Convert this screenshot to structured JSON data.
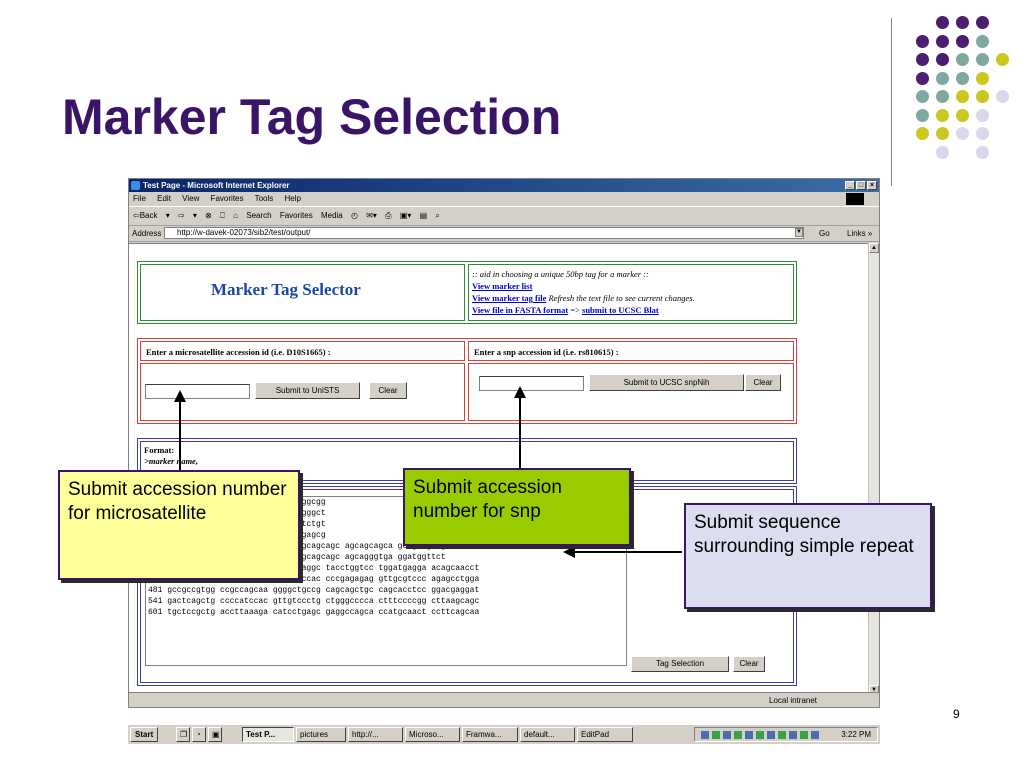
{
  "slide": {
    "title": "Marker Tag Selection",
    "page_number": "9"
  },
  "decoration": {
    "dot_colors": [
      "#4b1e6e",
      "#7fa8a0",
      "#c8c820",
      "#d8d8ec"
    ]
  },
  "browser": {
    "title": "Test Page - Microsoft Internet Explorer",
    "window_buttons": [
      "_",
      "□",
      "×"
    ],
    "menu": [
      "File",
      "Edit",
      "View",
      "Favorites",
      "Tools",
      "Help"
    ],
    "toolbar": [
      "⇦Back",
      "▾",
      "⇨",
      "▾",
      "⊗",
      "⎕",
      "⌂",
      "Search",
      "Favorites",
      "Media",
      "◴",
      "✉▾",
      "⎙",
      "▣▾",
      "▤",
      "⌕"
    ],
    "address_label": "Address",
    "address_url": "http://w-davek-02073/sib2/test/output/",
    "go_label": "Go",
    "links_label": "Links »",
    "status_zone": "Local intranet"
  },
  "page": {
    "selector_title": "Marker Tag Selector",
    "aid_line": ":: aid in choosing a unique 50bp tag for a marker ::",
    "link_marker_list": "View marker list",
    "link_marker_tag_file": "View marker tag file",
    "refresh_note": "Refresh the text file to see current changes.",
    "link_fasta": "View file in FASTA format",
    "arrow_text": "=>",
    "link_blat": "submit to UCSC Blat",
    "ms_label": "Enter a microsatellite accession id (i.e. D10S1665) :",
    "ms_submit": "Submit to UniSTS",
    "ms_clear": "Clear",
    "snp_label": "Enter a snp accession id (i.e. rs810615) :",
    "snp_submit": "Submit to UCSC snpNih",
    "snp_clear": "Clear",
    "format_label": "Format:",
    "format_line": ">marker name,",
    "sequence_lines": [
      "                    agagaag gggaggcgg",
      "                    aagtgcag ttagggct",
      "                    gctttccag aatctgt",
      "                    ccagaggcc gcgagcg",
      "                    cagcagcag cagcagcagc agcagcagca gcagcagcag",
      "                    cccaggcag cagcagcagc agcagggtga ggatggttct",
      "361 cccccagccc ccccgcaggc ccccacaggc tacctggtcc tggatgagga acagcaacct",
      "421 tcacagccgc agtcggccct ggagtgccac cccgagagag gttgcgtccc agagcctgga",
      "481 gccgccgtgg ccgccagcaa ggggctgccg cagcagctgc cagcacctcc ggacgaggat",
      "541 gactcagctg ccccatccac gttgtccctg ctgggcccca ctttccccgg cttaagcagc",
      "601 tgctccgctg accttaaaga catcctgagc gaggccagca ccatgcaact ccttcagcaa"
    ],
    "tag_selection": "Tag Selection",
    "seq_clear": "Clear"
  },
  "taskbar": {
    "start": "Start",
    "tasks": [
      "Test P...",
      "pictures",
      "http://...",
      "Microso...",
      "Framwa...",
      "default...",
      "EditPad"
    ],
    "quick_launch": [
      "❐",
      "◔",
      "▣"
    ],
    "clock": "3:22 PM"
  },
  "callouts": {
    "microsatellite": "Submit accession number for microsatellite",
    "snp": "Submit accession number for snp",
    "sequence": "Submit sequence surrounding simple repeat"
  }
}
